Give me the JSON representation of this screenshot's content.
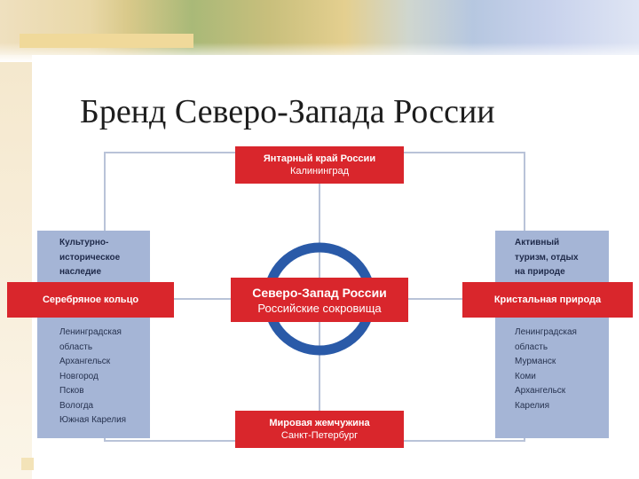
{
  "title": "Бренд Северо-Запада России",
  "colors": {
    "accent_red": "#d9262c",
    "panel_blue": "#a5b5d6",
    "ring_blue": "#2a5aa8",
    "connector": "#b9c3d8"
  },
  "top_box": {
    "main": "Янтарный край России",
    "sub": "Калининград"
  },
  "bottom_box": {
    "main": "Мировая жемчужина",
    "sub": "Санкт-Петербург"
  },
  "center_box": {
    "main": "Северо-Запад России",
    "sub": "Российские сокровища"
  },
  "left": {
    "header": [
      "Культурно-",
      "историческое",
      "наследие"
    ],
    "box": "Серебряное кольцо",
    "items": [
      "Ленинградская",
      "область",
      "Архангельск",
      "Новгород",
      "Псков",
      "Вологда",
      "Южная Карелия"
    ]
  },
  "right": {
    "header": [
      "Активный",
      "туризм, отдых",
      "на природе"
    ],
    "box": "Кристальная природа",
    "items": [
      "Ленинградская",
      "область",
      "Мурманск",
      "Коми",
      "Архангельск",
      "Карелия"
    ]
  }
}
